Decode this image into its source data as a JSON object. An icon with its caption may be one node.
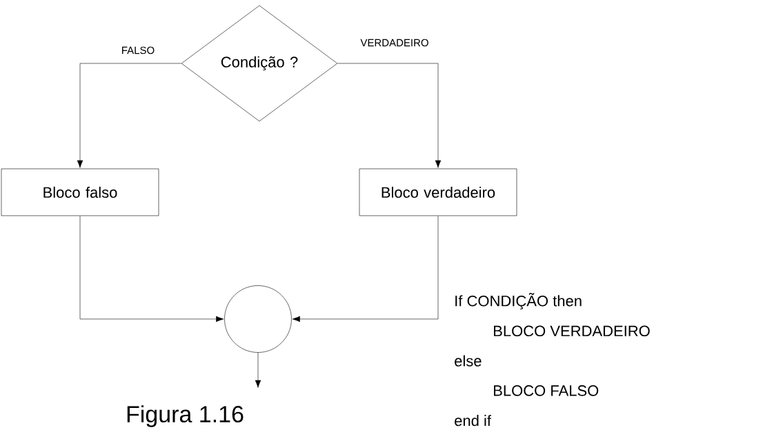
{
  "diagram": {
    "caption": "Figura 1.16",
    "nodes": [
      {
        "text": [
          "Condição ?"
        ]
      },
      {
        "text": [
          "Bloco falso"
        ]
      },
      {
        "text": [
          "Bloco verdadeiro"
        ]
      },
      {
        "text": [],
        "shape": "circle"
      }
    ],
    "edges": [
      {
        "from": 0,
        "to": 1,
        "arrow": "to",
        "label": "FALSO"
      },
      {
        "from": 0,
        "to": 2,
        "arrow": "to",
        "label": "VERDADEIRO"
      },
      {
        "from": 1,
        "to": 3,
        "arrow": "to"
      },
      {
        "from": 2,
        "to": 3,
        "arrow": "to"
      },
      {
        "from": 3,
        "to": null,
        "arrow": "to"
      }
    ],
    "labels": [
      "If CONDIÇÃO then",
      "BLOCO VERDADEIRO",
      "else",
      "BLOCO FALSO",
      "end if"
    ]
  }
}
